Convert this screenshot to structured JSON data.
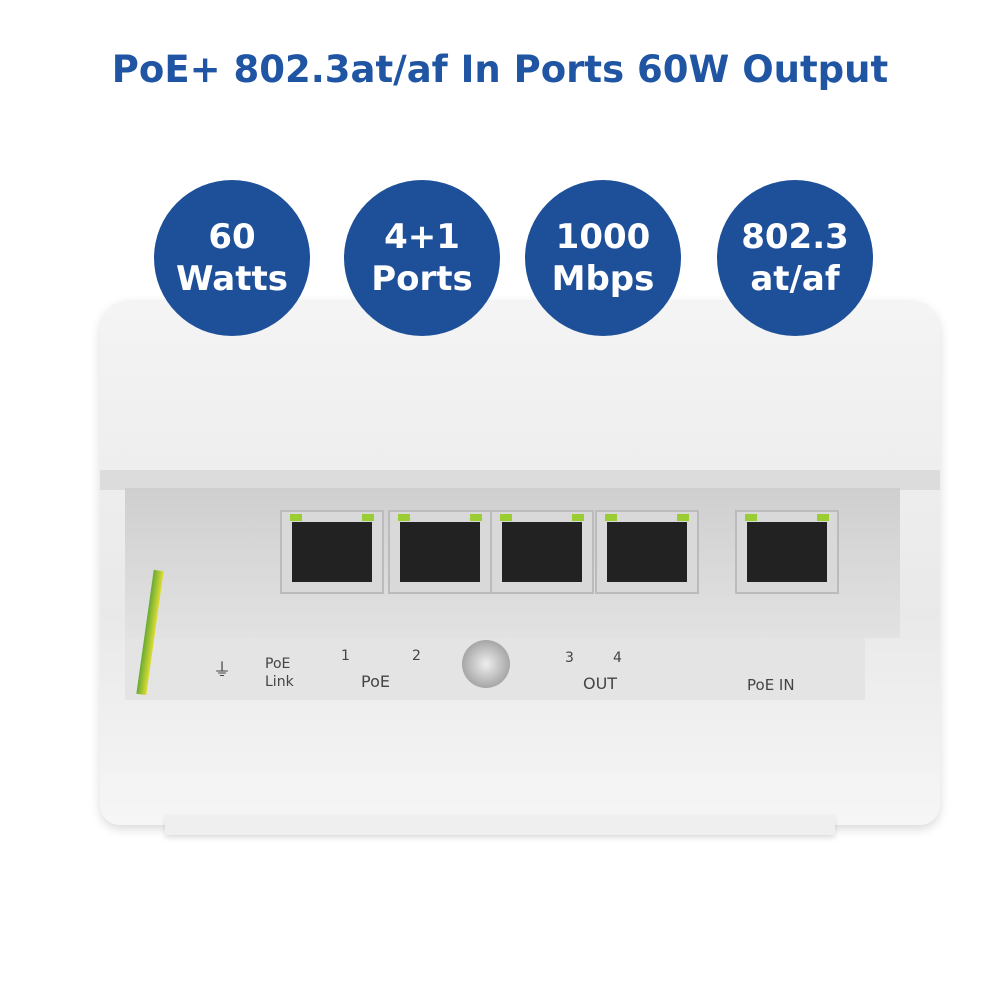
{
  "title": "PoE+ 802.3at/af In Ports 60W Output",
  "badges": [
    {
      "line1": "60",
      "line2": "Watts"
    },
    {
      "line1": "4+1",
      "line2": "Ports"
    },
    {
      "line1": "1000",
      "line2": "Mbps"
    },
    {
      "line1": "802.3",
      "line2": "at/af"
    }
  ],
  "labels": {
    "poe_led": "PoE",
    "link_led": "Link",
    "p1": "1",
    "p2": "2",
    "p3": "3",
    "p4": "4",
    "poe_group": "PoE",
    "out_group": "OUT",
    "poe_in": "PoE IN"
  },
  "colors": {
    "accent": "#1e4f99"
  }
}
